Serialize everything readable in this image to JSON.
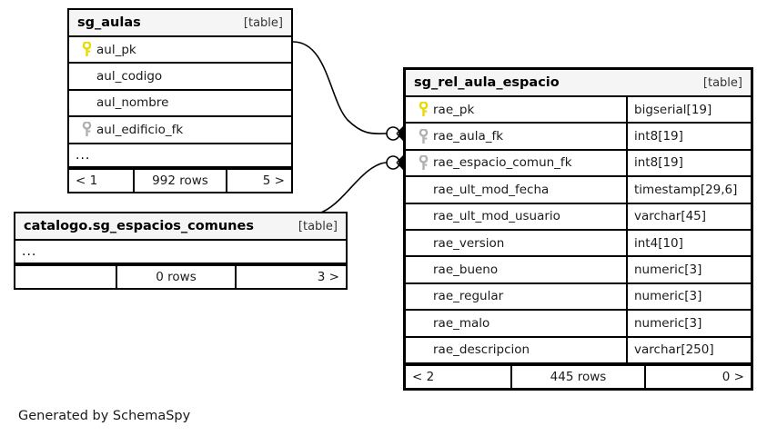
{
  "diagram": {
    "caption": "Generated by SchemaSpy",
    "kind_label": "[table]",
    "ellipsis": "...",
    "icons": {
      "primary_key": "key-icon-primary",
      "foreign_key": "key-icon-foreign"
    },
    "colors": {
      "primary_key": "#e8d900",
      "foreign_key": "#b0b0b0",
      "border": "#000000",
      "header_bg": "#f5f5f5",
      "page_bg": "#ffffff"
    }
  },
  "tables": [
    {
      "id": "sg_aulas",
      "name": "sg_aulas",
      "kind": "[table]",
      "columns": [
        {
          "name": "aul_pk",
          "type": "",
          "key": "primary"
        },
        {
          "name": "aul_codigo",
          "type": "",
          "key": "none"
        },
        {
          "name": "aul_nombre",
          "type": "",
          "key": "none"
        },
        {
          "name": "aul_edificio_fk",
          "type": "",
          "key": "foreign"
        }
      ],
      "has_ellipsis": true,
      "footer": {
        "left": "< 1",
        "middle": "992 rows",
        "right": "5 >"
      }
    },
    {
      "id": "catalogo_sg_espacios_comunes",
      "name": "catalogo.sg_espacios_comunes",
      "kind": "[table]",
      "columns": [],
      "has_ellipsis": true,
      "footer": {
        "left": "",
        "middle": "0 rows",
        "right": "3 >"
      }
    },
    {
      "id": "sg_rel_aula_espacio",
      "name": "sg_rel_aula_espacio",
      "kind": "[table]",
      "columns": [
        {
          "name": "rae_pk",
          "type": "bigserial[19]",
          "key": "primary"
        },
        {
          "name": "rae_aula_fk",
          "type": "int8[19]",
          "key": "foreign"
        },
        {
          "name": "rae_espacio_comun_fk",
          "type": "int8[19]",
          "key": "foreign"
        },
        {
          "name": "rae_ult_mod_fecha",
          "type": "timestamp[29,6]",
          "key": "none"
        },
        {
          "name": "rae_ult_mod_usuario",
          "type": "varchar[45]",
          "key": "none"
        },
        {
          "name": "rae_version",
          "type": "int4[10]",
          "key": "none"
        },
        {
          "name": "rae_bueno",
          "type": "numeric[3]",
          "key": "none"
        },
        {
          "name": "rae_regular",
          "type": "numeric[3]",
          "key": "none"
        },
        {
          "name": "rae_malo",
          "type": "numeric[3]",
          "key": "none"
        },
        {
          "name": "rae_descripcion",
          "type": "varchar[250]",
          "key": "none"
        }
      ],
      "has_ellipsis": false,
      "footer": {
        "left": "< 2",
        "middle": "445 rows",
        "right": "0 >"
      }
    }
  ],
  "relationships": [
    {
      "from": "sg_aulas.aul_pk",
      "to": "sg_rel_aula_espacio.rae_aula_fk"
    },
    {
      "from": "catalogo.sg_espacios_comunes",
      "to": "sg_rel_aula_espacio.rae_espacio_comun_fk"
    }
  ]
}
